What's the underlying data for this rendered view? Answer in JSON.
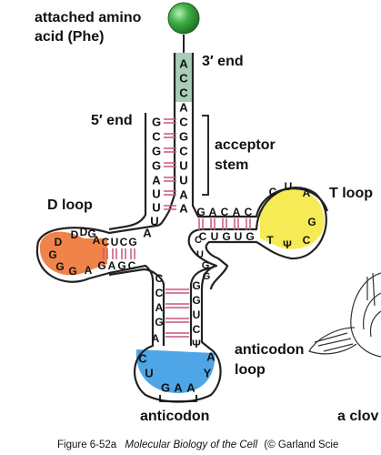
{
  "labels": {
    "attached_amino_acid_line1": "attached amino",
    "attached_amino_acid_line2": "acid (Phe)",
    "three_prime_end": "3′ end",
    "five_prime_end": "5′ end",
    "acceptor_stem_line1": "acceptor",
    "acceptor_stem_line2": "stem",
    "d_loop": "D loop",
    "t_loop": "T loop",
    "anticodon_loop_line1": "anticodon",
    "anticodon_loop_line2": "loop",
    "anticodon": "anticodon",
    "cloverleaf_cut": "a clov"
  },
  "caption": {
    "figure": "Figure 6-52a",
    "book": "Molecular Biology of the Cell",
    "credit": "(© Garland Scie"
  },
  "bases": {
    "three_prime_tail": [
      "A",
      "C",
      "C"
    ],
    "acceptor_3_strand": [
      "A",
      "C",
      "G",
      "C",
      "U",
      "U",
      "A",
      "A"
    ],
    "acceptor_5_strand": [
      "G",
      "C",
      "G",
      "G",
      "A",
      "U",
      "U",
      "U"
    ],
    "junction_5": "A",
    "d_stem_top": [
      "C",
      "U",
      "C",
      "G"
    ],
    "d_stem_bottom": [
      "G",
      "A",
      "G",
      "C"
    ],
    "d_loop": [
      "D",
      "D",
      "G",
      "A",
      "D",
      "G",
      "G",
      "G",
      "A"
    ],
    "t_stem_top": [
      "G",
      "A",
      "C",
      "A",
      "C"
    ],
    "t_stem_bottom": [
      "C",
      "U",
      "G",
      "U",
      "G"
    ],
    "t_loop": [
      "C",
      "U",
      "A",
      "G",
      "C",
      "Ψ",
      "T"
    ],
    "anticodon_stem_left": [
      "C",
      "C",
      "A",
      "G",
      "A"
    ],
    "anticodon_stem_right": [
      "G",
      "G",
      "U",
      "C",
      "Ψ"
    ],
    "variable_region": [
      "C",
      "U",
      "G",
      "G"
    ],
    "anticodon_loop_left": [
      "C",
      "U"
    ],
    "anticodon_triplet": [
      "G",
      "A",
      "A"
    ],
    "anticodon_loop_right": [
      "Y",
      "A"
    ]
  },
  "colors": {
    "tail": "#a9cdb8",
    "d_loop": "#f0834a",
    "t_loop": "#f6ea55",
    "anticodon_loop": "#4ea6e6",
    "amino_acid_ball": "#2e9a3a",
    "bond": "#c9577a",
    "backbone": "#222222"
  }
}
